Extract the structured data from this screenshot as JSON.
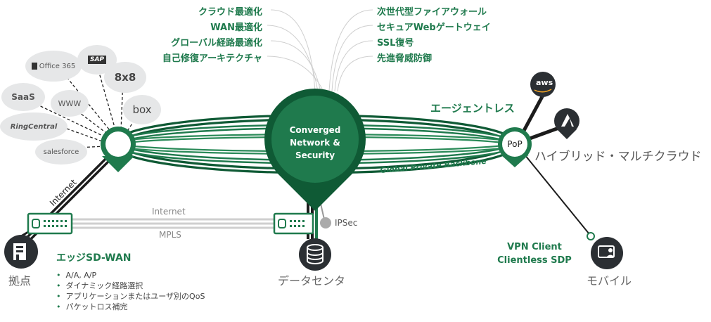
{
  "features_left": [
    "クラウド最適化",
    "WAN最適化",
    "グローバル経路最適化",
    "自己修復アーキテクチャ"
  ],
  "features_right": [
    "次世代型ファイアウォール",
    "セキュアWebゲートウェイ",
    "SSL復号",
    "先進脅威防御"
  ],
  "core": [
    "Converged",
    "Network &",
    "Security"
  ],
  "pop": "PoP",
  "agentless": "エージェントレス",
  "backbone": "Global Private Backbone",
  "hybrid": "ハイブリッド・マルチクラウド",
  "clouds": {
    "office": "Office 365",
    "sap": "SAP",
    "eightx8": "8x8",
    "saas": "SaaS",
    "www": "WWW",
    "box": "box",
    "ringcentral": "RingCentral",
    "salesforce": "salesforce",
    "aws": "aws"
  },
  "links": {
    "internet_diag": "Internet",
    "internet": "Internet",
    "mpls": "MPLS",
    "ipsec": "IPSec"
  },
  "site": {
    "label": "拠点",
    "edge_title": "エッジSD-WAN",
    "bullets": [
      "A/A, A/P",
      "ダイナミック経路選択",
      "アプリケーションまたはユーザ別のQoS",
      "パケットロス補完"
    ]
  },
  "datacenter": "データセンタ",
  "vpn": [
    "VPN Client",
    "Clientless SDP"
  ],
  "mobile": "モバイル",
  "colors": {
    "green": "#1f7a4d",
    "dark_green": "#0f5a35",
    "cloud_grey": "#e6e7e8",
    "icon_dark": "#2b2f33"
  }
}
